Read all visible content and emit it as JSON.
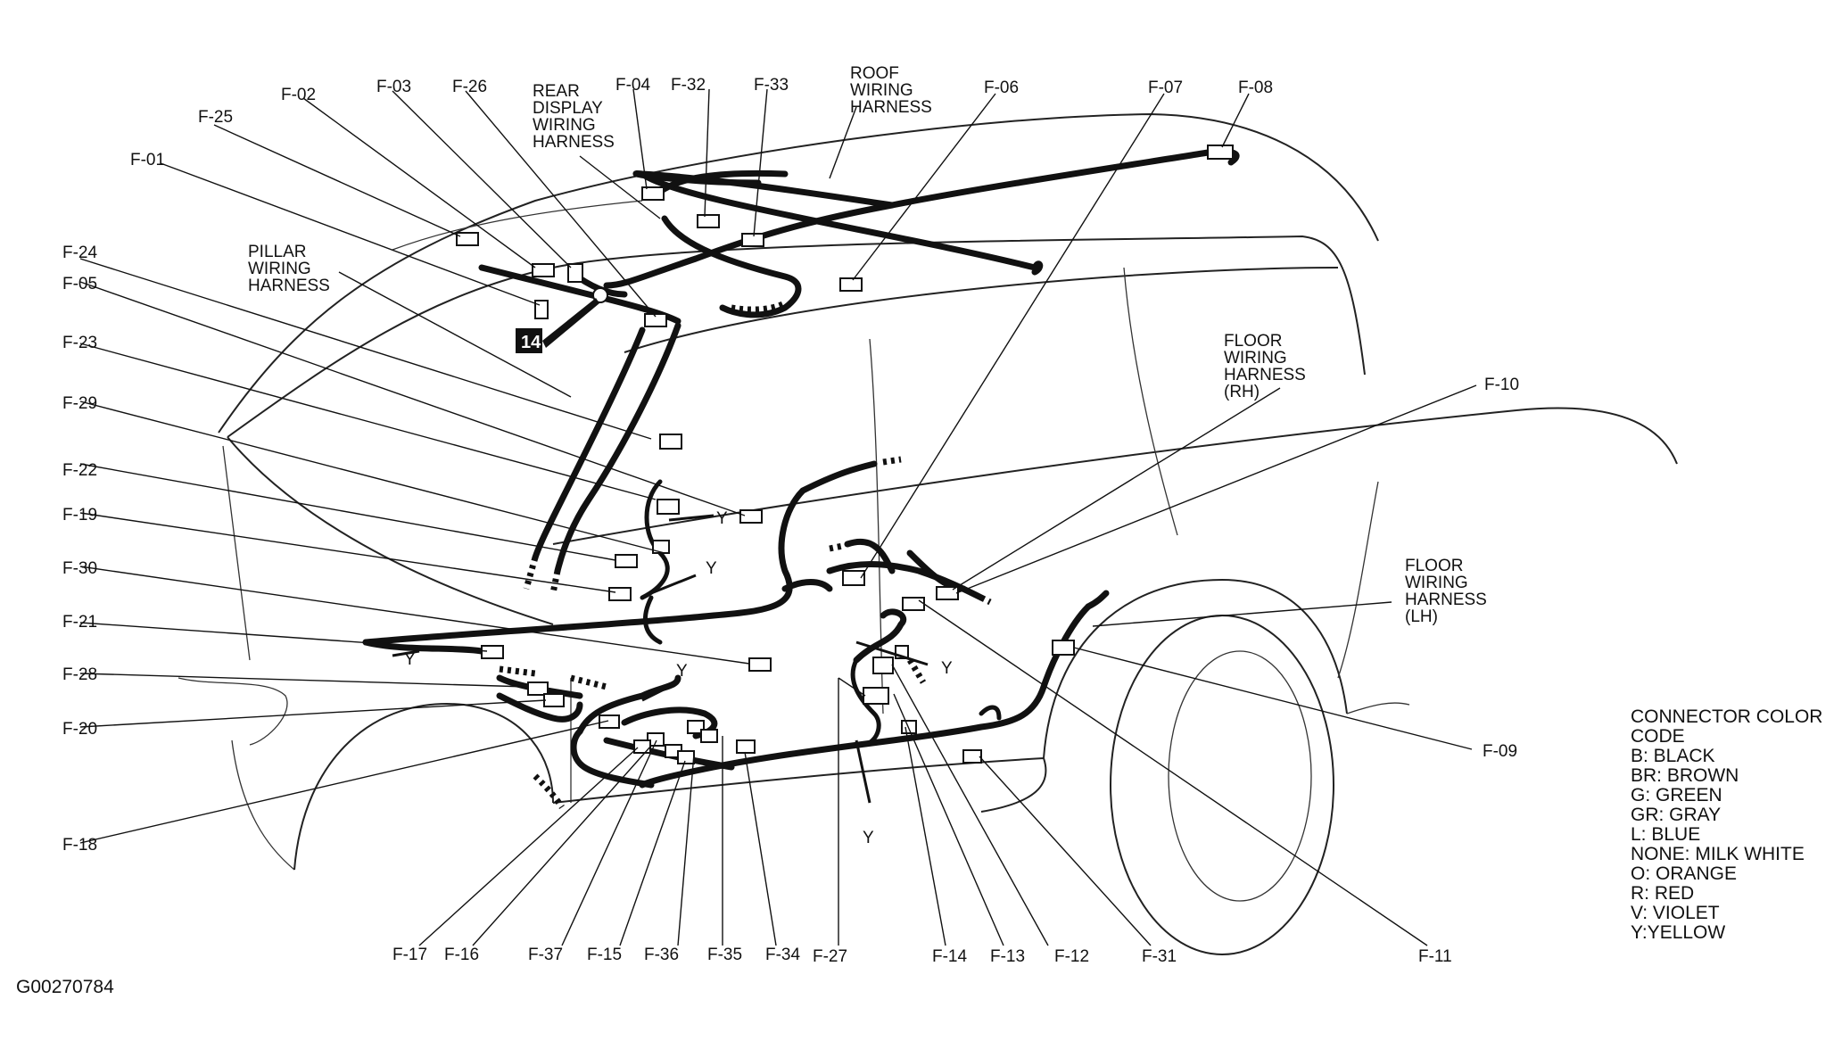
{
  "connector_labels": {
    "f01": "F-01",
    "f02": "F-02",
    "f03": "F-03",
    "f04": "F-04",
    "f05": "F-05",
    "f06": "F-06",
    "f07": "F-07",
    "f08": "F-08",
    "f09": "F-09",
    "f10": "F-10",
    "f11": "F-11",
    "f12": "F-12",
    "f13": "F-13",
    "f14": "F-14",
    "f15": "F-15",
    "f16": "F-16",
    "f17": "F-17",
    "f18": "F-18",
    "f19": "F-19",
    "f20": "F-20",
    "f21": "F-21",
    "f22": "F-22",
    "f23": "F-23",
    "f24": "F-24",
    "f25": "F-25",
    "f26": "F-26",
    "f27": "F-27",
    "f28": "F-28",
    "f29": "F-29",
    "f30": "F-30",
    "f31": "F-31",
    "f32": "F-32",
    "f33": "F-33",
    "f34": "F-34",
    "f35": "F-35",
    "f36": "F-36",
    "f37": "F-37"
  },
  "harness_labels": {
    "rear_display": [
      "REAR",
      "DISPLAY",
      "WIRING",
      "HARNESS"
    ],
    "roof": [
      "ROOF",
      "WIRING",
      "HARNESS"
    ],
    "pillar": [
      "PILLAR",
      "WIRING",
      "HARNESS"
    ],
    "floor_rh": [
      "FLOOR",
      "WIRING",
      "HARNESS",
      "(RH)"
    ],
    "floor_lh": [
      "FLOOR",
      "WIRING",
      "HARNESS",
      "(LH)"
    ]
  },
  "y_marker": "Y",
  "ground_point_number": "14",
  "legend": {
    "title_line1": "CONNECTOR COLOR",
    "title_line2": "CODE",
    "items": [
      "B: BLACK",
      "BR: BROWN",
      "G: GREEN",
      "GR: GRAY",
      "L: BLUE",
      "NONE: MILK WHITE",
      "O: ORANGE",
      "R: RED",
      "V: VIOLET",
      "Y:YELLOW"
    ]
  },
  "figure_ref": "G00270784"
}
